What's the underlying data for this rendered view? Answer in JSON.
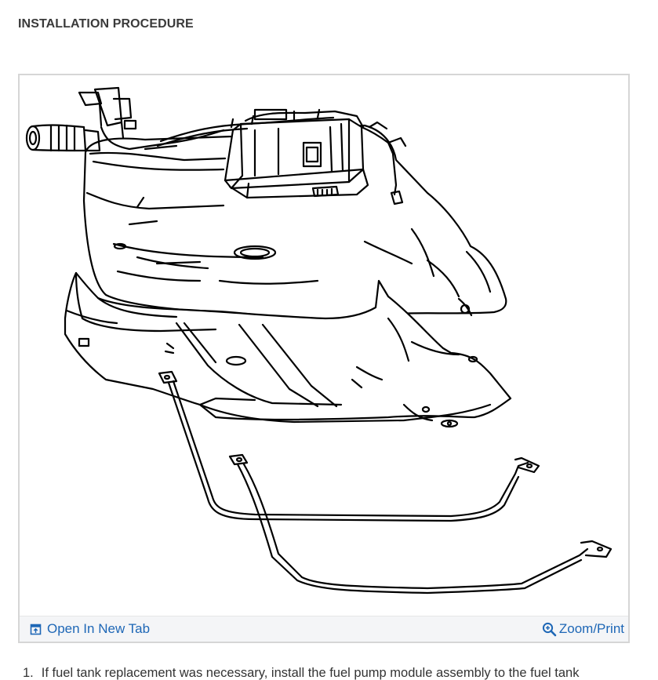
{
  "heading": "INSTALLATION PROCEDURE",
  "figure": {
    "open_tab_label": "Open In New Tab",
    "zoom_label": "Zoom/Print",
    "open_tab_icon": "open-in-new-tab-icon",
    "zoom_icon": "zoom-in-icon",
    "link_color": "#1e67b6"
  },
  "steps": [
    {
      "number": "1.",
      "text": "If fuel tank replacement was necessary, install the fuel pump module assembly to the fuel tank"
    }
  ]
}
